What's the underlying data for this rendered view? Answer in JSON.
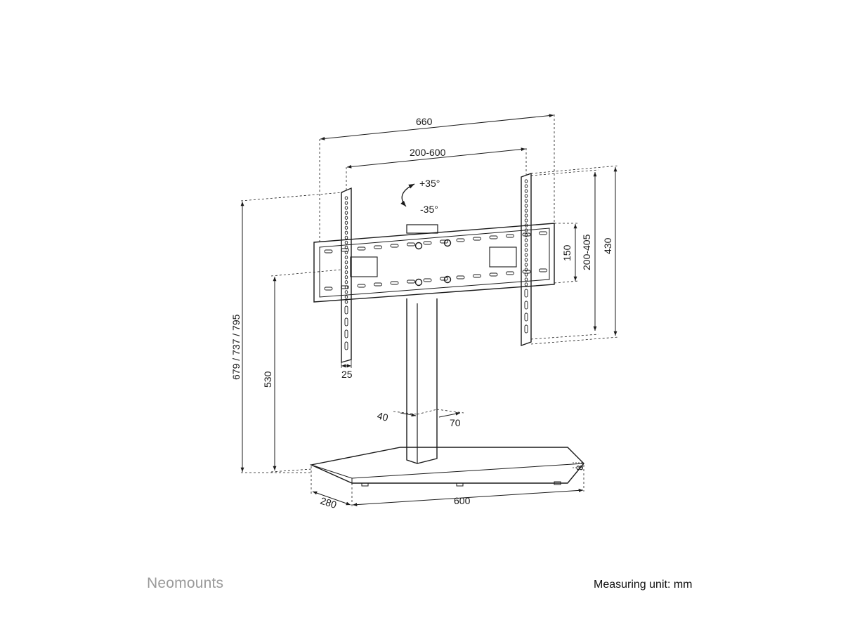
{
  "dimensions": {
    "total_width": "660",
    "vesa_width": "200-600",
    "tilt_up": "+35°",
    "tilt_down": "-35°",
    "plate_height": "150",
    "vesa_height": "200-405",
    "total_height": "430",
    "stand_height": "679 / 737 / 795",
    "column_height": "530",
    "bracket_width": "25",
    "column_depth": "40",
    "column_width": "70",
    "base_thickness": "8",
    "base_depth": "280",
    "base_width": "600"
  },
  "brand": {
    "name": "Neomounts",
    "color": "#9a9a9a"
  },
  "footer": {
    "unit_note": "Measuring unit: mm"
  }
}
